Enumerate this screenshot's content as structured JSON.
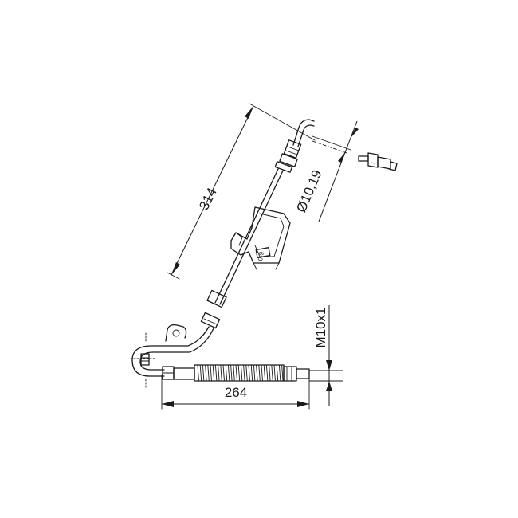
{
  "dimensions": {
    "hose_length": "314",
    "diameter": "Ø10,19",
    "overall_width": "264",
    "thread": "M10x1"
  },
  "bracket_marking": "0-9"
}
